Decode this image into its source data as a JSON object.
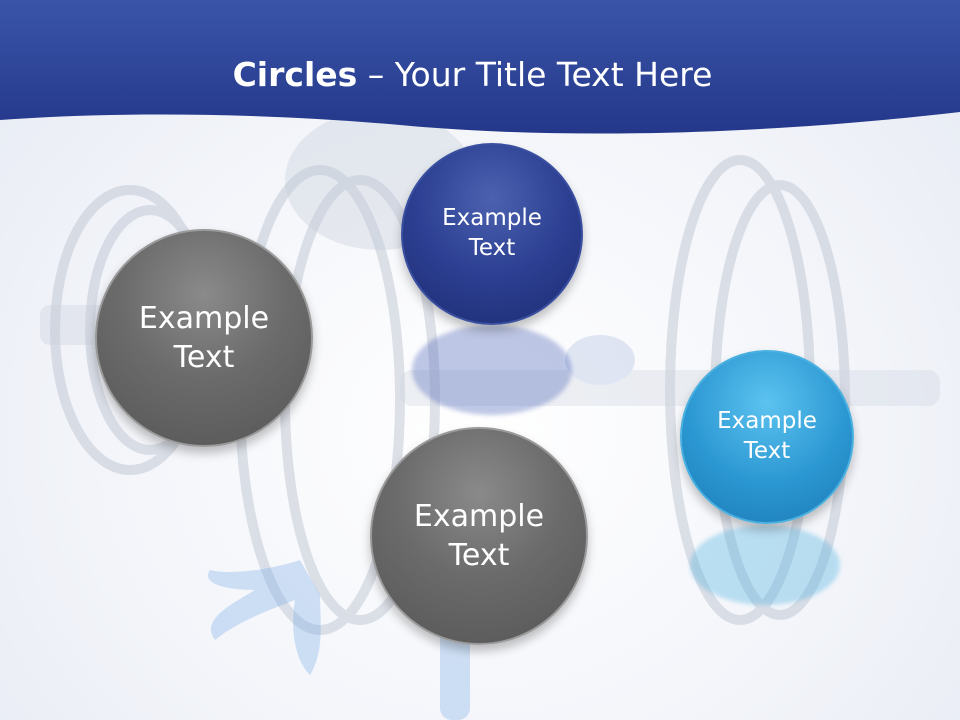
{
  "slide": {
    "title_bold": "Circles",
    "title_rest": " – Your Title Text Here"
  },
  "circles": [
    {
      "label": "Example\nText",
      "color": "gray"
    },
    {
      "label": "Example\nText",
      "color": "navy"
    },
    {
      "label": "Example\nText",
      "color": "gray"
    },
    {
      "label": "Example\nText",
      "color": "light-blue"
    }
  ],
  "colors": {
    "header": "#2b3f94",
    "gray": "#6b6b6b",
    "navy": "#2c3f92",
    "light_blue": "#2b97d2"
  }
}
